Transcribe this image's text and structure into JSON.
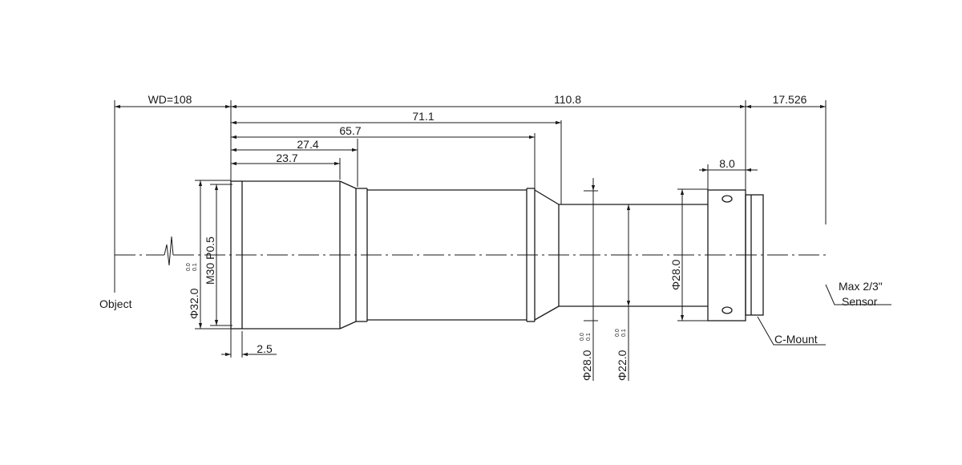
{
  "drawing": {
    "dimensions": {
      "wd": "WD=108",
      "total": "110.8",
      "back_focus": "17.526",
      "d_71_1": "71.1",
      "d_65_7": "65.7",
      "d_27_4": "27.4",
      "d_23_7": "23.7",
      "d_8_0": "8.0",
      "d_2_5": "2.5"
    },
    "diameters": {
      "front_outer": "Φ32.0",
      "front_thread": "M30 P0.5",
      "rear_body": "Φ28.0",
      "rear_outer": "Φ28.0",
      "rear_inner": "Φ22.0"
    },
    "tolerances": {
      "upper": "0.0",
      "lower": "0.1"
    },
    "labels": {
      "object": "Object",
      "sensor_line1": "Max 2/3\"",
      "sensor_line2": "Sensor",
      "mount": "C-Mount"
    }
  }
}
